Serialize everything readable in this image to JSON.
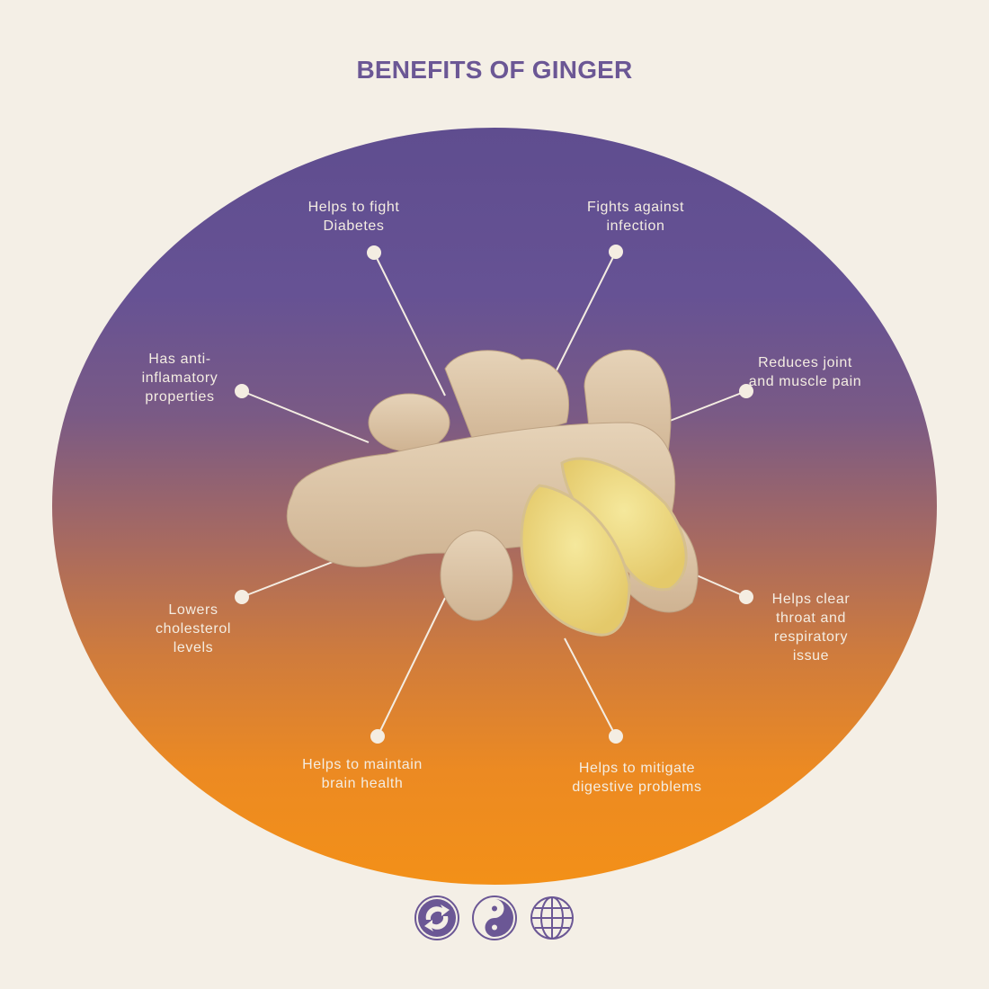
{
  "title": "BENEFITS OF GINGER",
  "colors": {
    "background": "#f4efe6",
    "accent_purple": "#6b5795",
    "gradient_top": "#5f4d8f",
    "gradient_bottom": "#f39018",
    "label_text": "#f4ede2"
  },
  "center_image": "ginger-root",
  "benefits": [
    {
      "id": "diabetes",
      "text": "Helps to fight Diabetes"
    },
    {
      "id": "infection",
      "text": "Fights against infection"
    },
    {
      "id": "anti-inflammatory",
      "text": "Has anti-inflamatory properties"
    },
    {
      "id": "joint-pain",
      "text": "Reduces joint and muscle pain"
    },
    {
      "id": "cholesterol",
      "text": "Lowers cholesterol levels"
    },
    {
      "id": "throat",
      "text": "Helps clear throat and respiratory issue"
    },
    {
      "id": "brain",
      "text": "Helps to maintain brain health"
    },
    {
      "id": "digestive",
      "text": "Helps to mitigate digestive problems"
    }
  ],
  "footer_icons": [
    "recycle-icon",
    "yin-yang-icon",
    "globe-icon"
  ]
}
